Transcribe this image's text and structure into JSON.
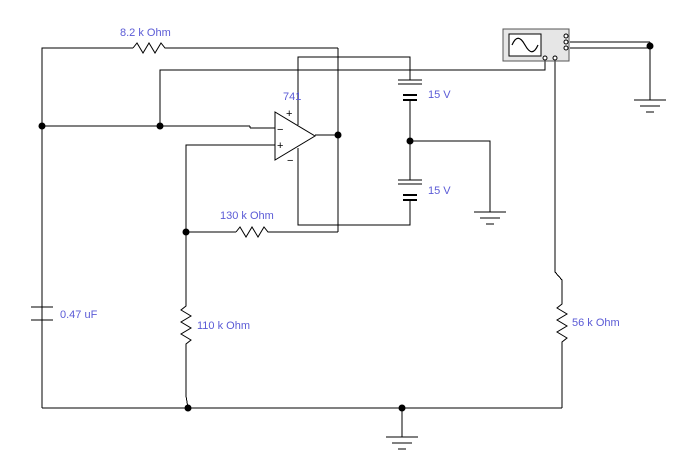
{
  "components": {
    "r_feedback": {
      "label": "8.2 k Ohm"
    },
    "r_130k": {
      "label": "130 k Ohm"
    },
    "r_110k": {
      "label": "110 k Ohm"
    },
    "r_56k": {
      "label": "56 k Ohm"
    },
    "capacitor": {
      "label": "0.47 uF"
    },
    "opamp": {
      "label": "741",
      "plus_symbol": "+",
      "minus_symbol": "−",
      "in_minus_symbol": "−",
      "in_plus_symbol": "+"
    },
    "battery_top": {
      "label": "15 V"
    },
    "battery_bottom": {
      "label": "15 V"
    },
    "oscilloscope": {
      "icon": "sine-wave-icon"
    }
  },
  "colors": {
    "label": "#5b5bd6",
    "wire": "#000000",
    "scope_body": "#e6e6e6",
    "scope_screen": "#ffffff"
  }
}
